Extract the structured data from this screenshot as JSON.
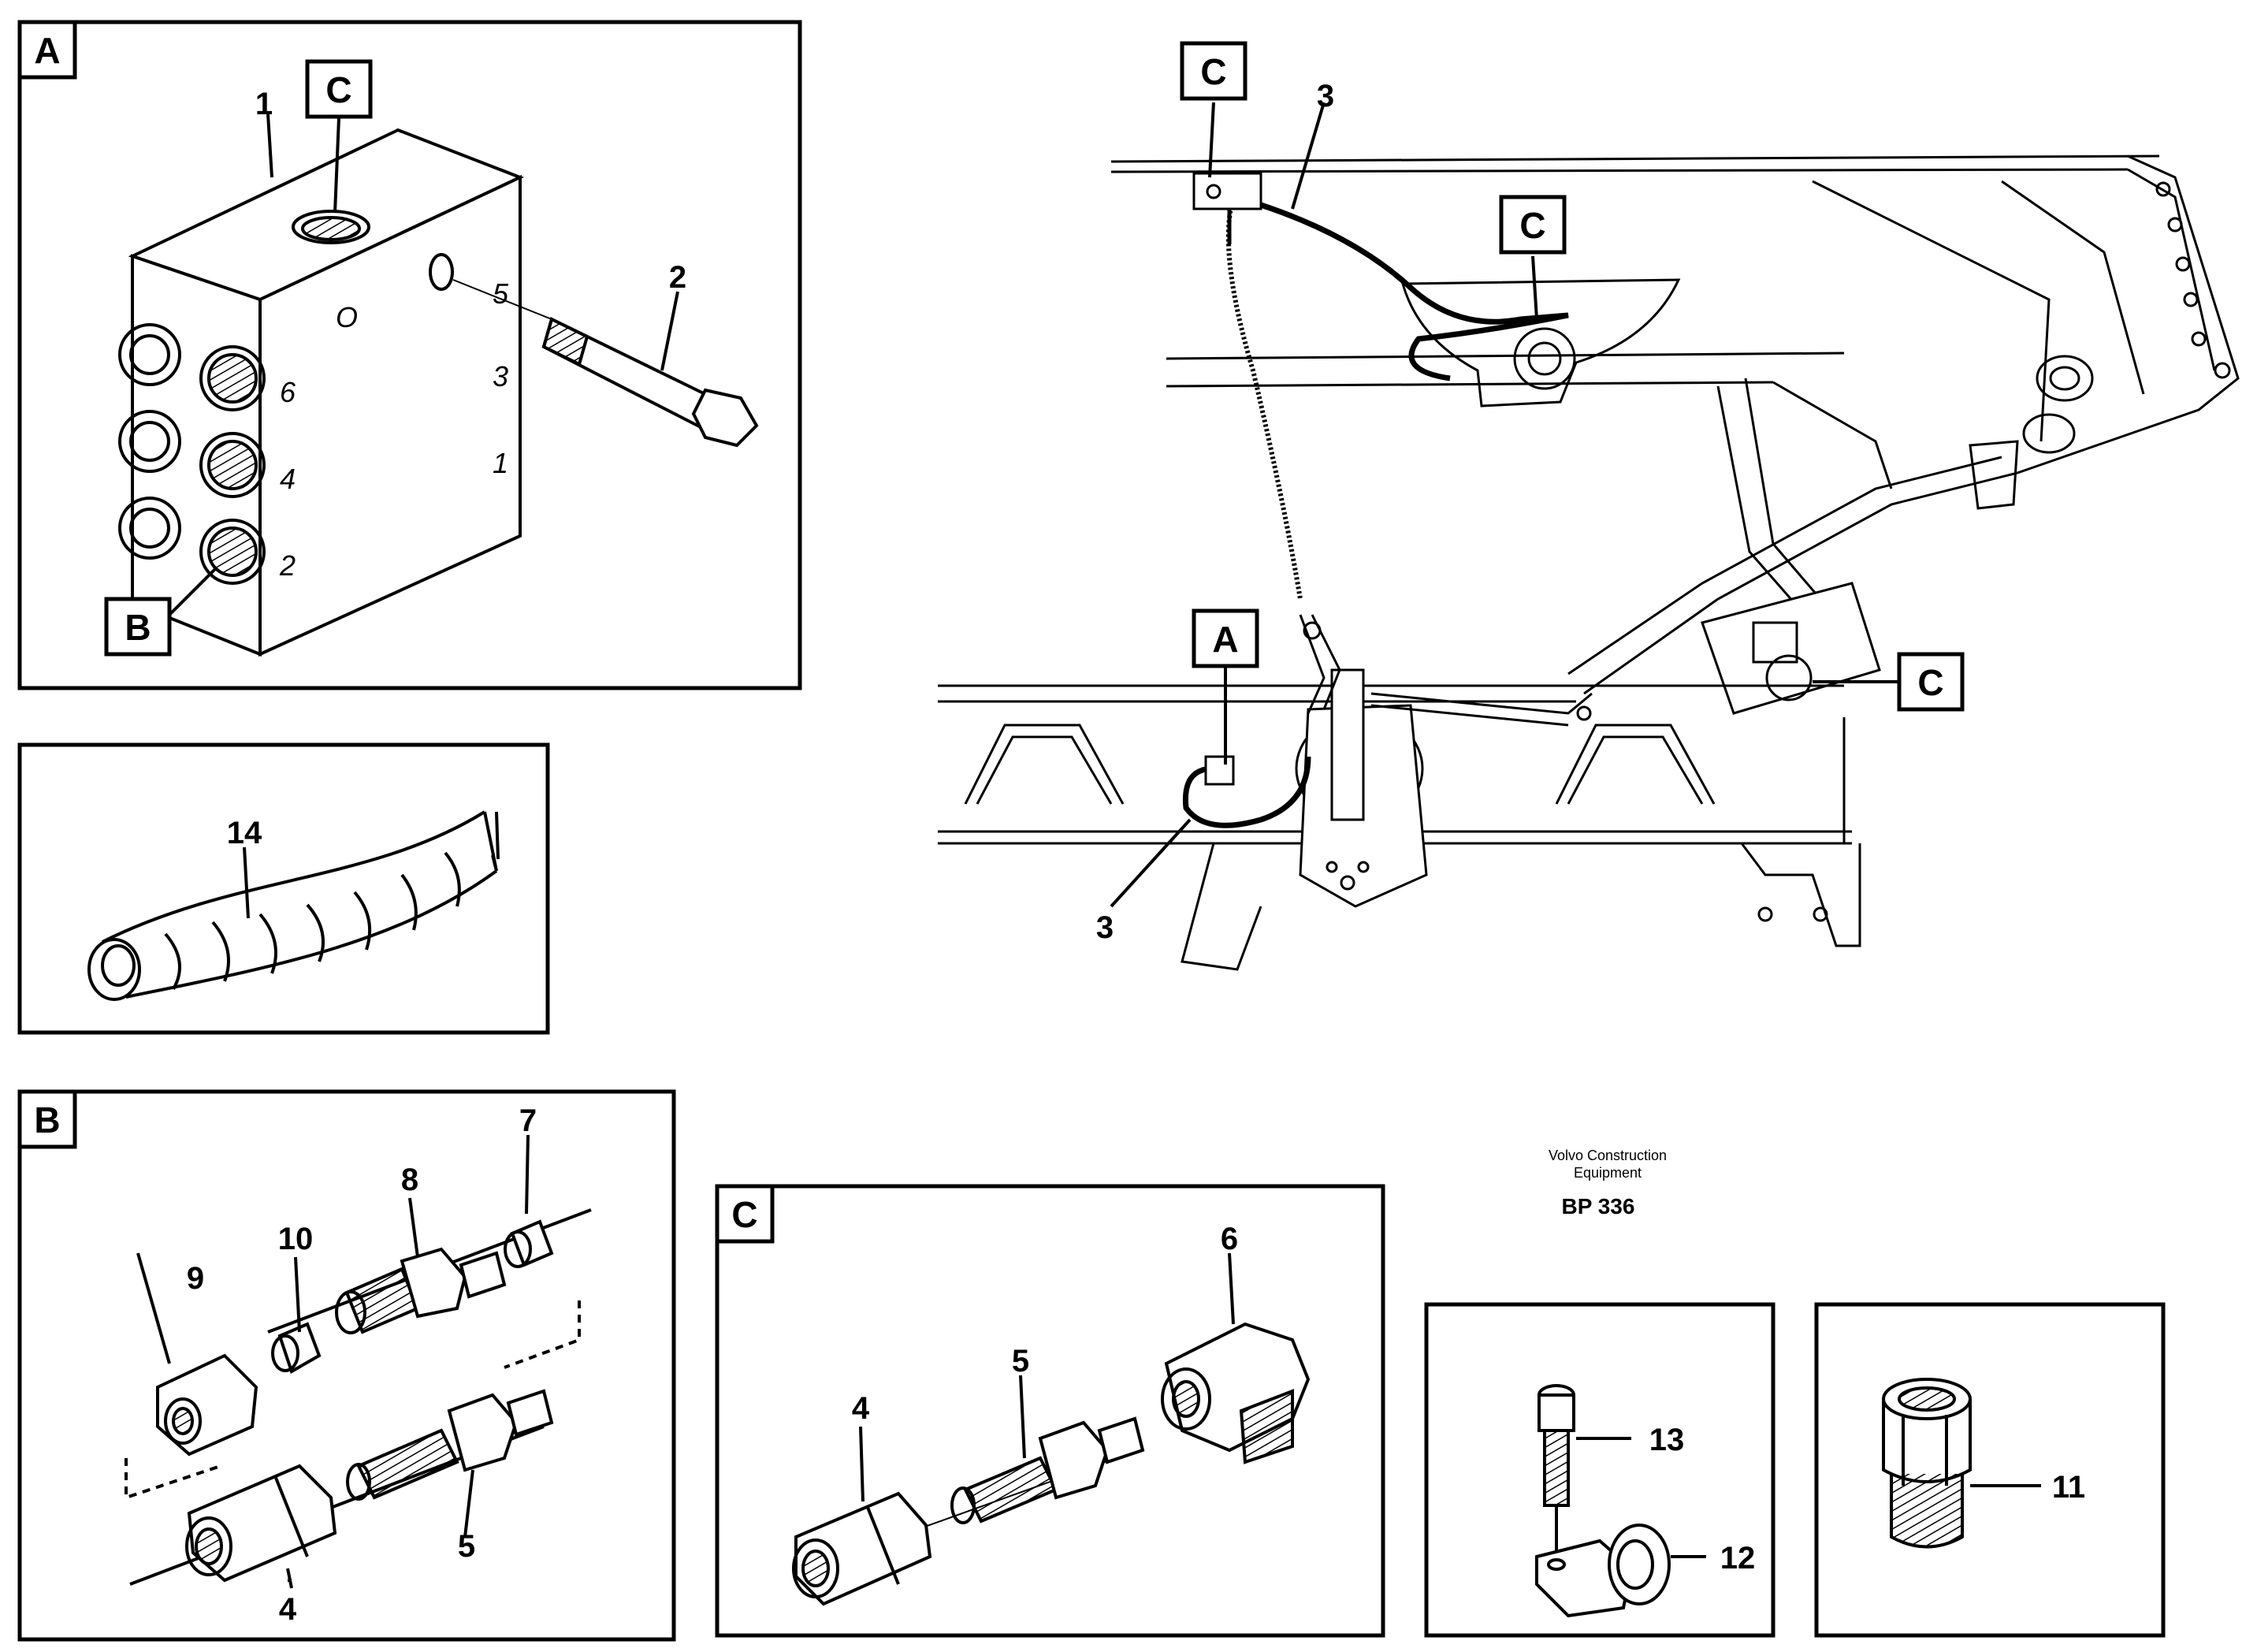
{
  "diagram": {
    "panel_tags": {
      "a": "A",
      "b": "B",
      "c": "C",
      "c_main": "C",
      "a_main": "A"
    },
    "panel_a": {
      "item_1": "1",
      "item_2": "2",
      "tag_b": "B",
      "port_6": "6",
      "port_4": "4",
      "port_2": "2",
      "port_5": "5",
      "port_3": "3",
      "port_1": "1",
      "mark_o": "O"
    },
    "hose_panel": {
      "item_14": "14"
    },
    "panel_b": {
      "item_9": "9",
      "item_10": "10",
      "item_8": "8",
      "item_7": "7",
      "item_4": "4",
      "item_5": "5"
    },
    "panel_c": {
      "item_4": "4",
      "item_5": "5",
      "item_6": "6"
    },
    "panel_13_12": {
      "item_13": "13",
      "item_12": "12"
    },
    "panel_11": {
      "item_11": "11"
    },
    "main_view": {
      "item_3_top": "3",
      "item_3_bottom": "3"
    },
    "brand": {
      "line1": "Volvo Construction",
      "line2": "Equipment",
      "code": "BP 336"
    }
  }
}
